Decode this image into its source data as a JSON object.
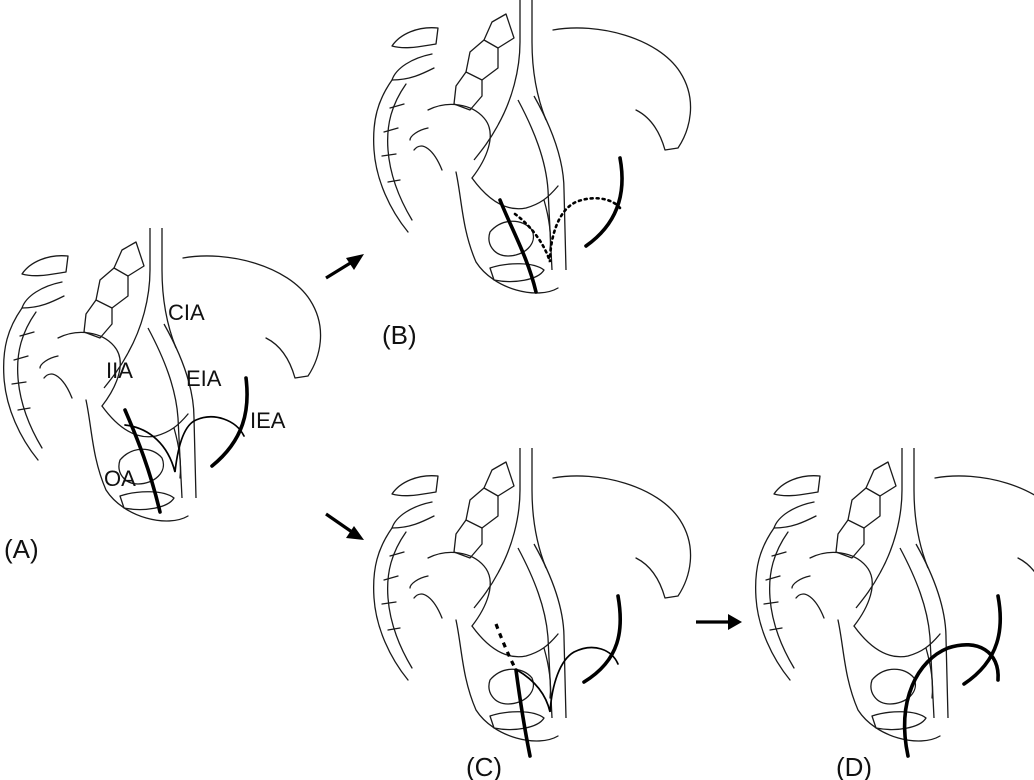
{
  "panels": {
    "a": {
      "label": "(A)"
    },
    "b": {
      "label": "(B)"
    },
    "c": {
      "label": "(C)"
    },
    "d": {
      "label": "(D)"
    }
  },
  "vessels": {
    "cia": "CIA",
    "iia": "IIA",
    "eia": "EIA",
    "iea": "IEA",
    "oa": "OA"
  },
  "colors": {
    "line": "#000000",
    "background": "#ffffff"
  }
}
